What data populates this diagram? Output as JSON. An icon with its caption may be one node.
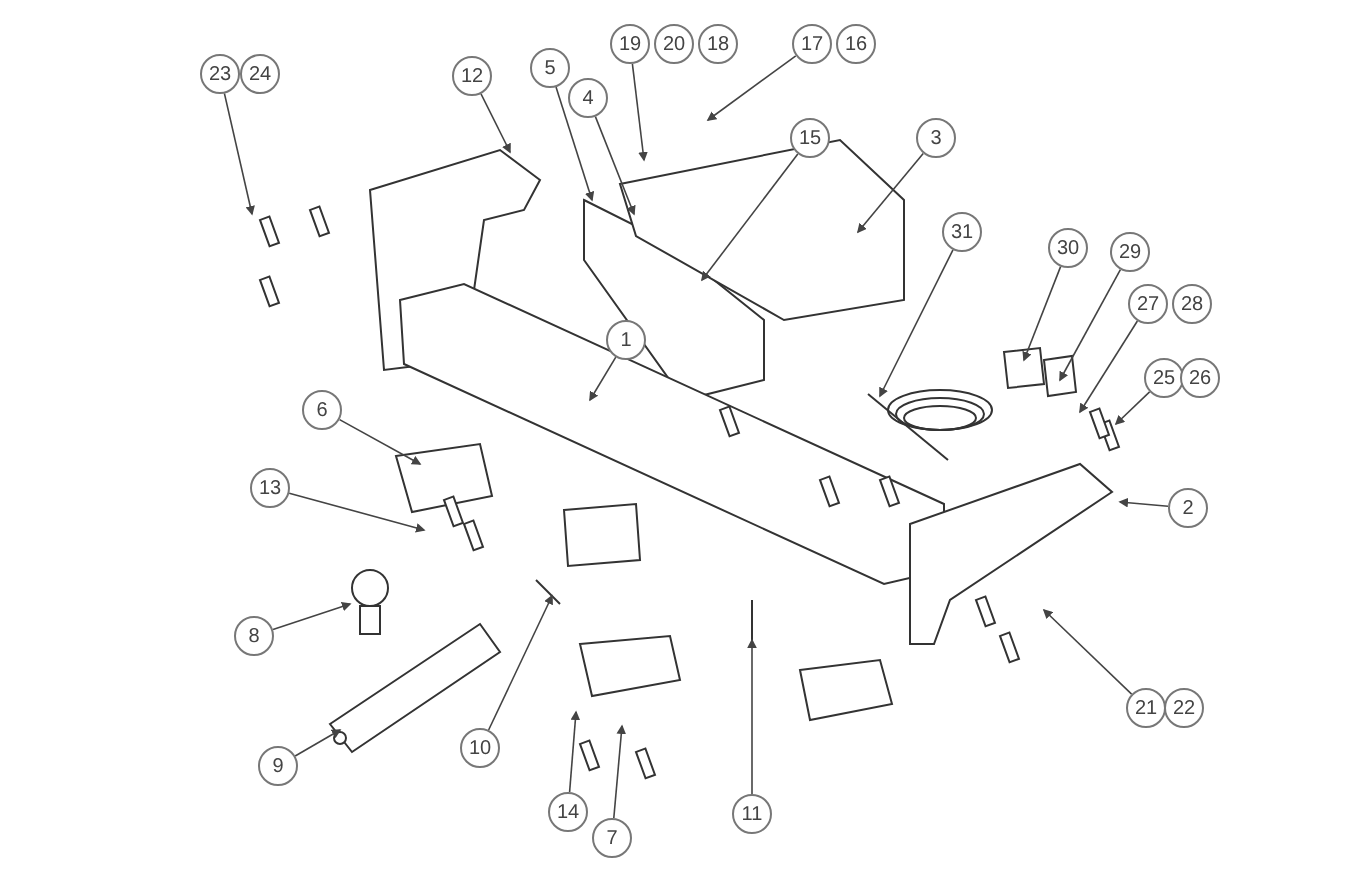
{
  "diagram": {
    "nodes": [
      {
        "text": [
          "19"
        ]
      },
      {
        "text": [
          "20"
        ]
      },
      {
        "text": [
          "18"
        ]
      },
      {
        "text": [
          "17"
        ]
      },
      {
        "text": [
          "16"
        ]
      },
      {
        "text": [
          "23"
        ]
      },
      {
        "text": [
          "24"
        ]
      },
      {
        "text": [
          "12"
        ]
      },
      {
        "text": [
          "5"
        ]
      },
      {
        "text": [
          "4"
        ]
      },
      {
        "text": [
          "15"
        ]
      },
      {
        "text": [
          "3"
        ]
      },
      {
        "text": [
          "31"
        ]
      },
      {
        "text": [
          "30"
        ]
      },
      {
        "text": [
          "29"
        ]
      },
      {
        "text": [
          "27"
        ]
      },
      {
        "text": [
          "28"
        ]
      },
      {
        "text": [
          "1"
        ]
      },
      {
        "text": [
          "25"
        ]
      },
      {
        "text": [
          "26"
        ]
      },
      {
        "text": [
          "6"
        ]
      },
      {
        "text": [
          "13"
        ]
      },
      {
        "text": [
          "2"
        ]
      },
      {
        "text": [
          "8"
        ]
      },
      {
        "text": [
          "21"
        ]
      },
      {
        "text": [
          "22"
        ]
      },
      {
        "text": [
          "10"
        ]
      },
      {
        "text": [
          "9"
        ]
      },
      {
        "text": [
          "11"
        ]
      },
      {
        "text": [
          "14"
        ]
      },
      {
        "text": [
          "7"
        ]
      }
    ],
    "edges": [
      {
        "from": 0,
        "to": null,
        "arrow": "to"
      },
      {
        "from": 3,
        "to": null,
        "arrow": "to"
      },
      {
        "from": 5,
        "to": null,
        "arrow": "to"
      },
      {
        "from": 7,
        "to": null,
        "arrow": "to"
      },
      {
        "from": 8,
        "to": null,
        "arrow": "to"
      },
      {
        "from": 9,
        "to": null,
        "arrow": "to"
      },
      {
        "from": 10,
        "to": null,
        "arrow": "to"
      },
      {
        "from": 11,
        "to": null,
        "arrow": "to"
      },
      {
        "from": 12,
        "to": null,
        "arrow": "to"
      },
      {
        "from": 13,
        "to": null,
        "arrow": "to"
      },
      {
        "from": 14,
        "to": null,
        "arrow": "to"
      },
      {
        "from": 15,
        "to": null,
        "arrow": "to"
      },
      {
        "from": 17,
        "to": null,
        "arrow": "to"
      },
      {
        "from": 18,
        "to": null,
        "arrow": "to"
      },
      {
        "from": 20,
        "to": null,
        "arrow": "to"
      },
      {
        "from": 21,
        "to": null,
        "arrow": "to"
      },
      {
        "from": 22,
        "to": null,
        "arrow": "to"
      },
      {
        "from": 23,
        "to": null,
        "arrow": "to"
      },
      {
        "from": 24,
        "to": null,
        "arrow": "to"
      },
      {
        "from": 26,
        "to": null,
        "arrow": "to"
      },
      {
        "from": 27,
        "to": null,
        "arrow": "to"
      },
      {
        "from": 28,
        "to": null,
        "arrow": "to"
      },
      {
        "from": 29,
        "to": null,
        "arrow": "to"
      },
      {
        "from": 30,
        "to": null,
        "arrow": "to"
      }
    ]
  }
}
